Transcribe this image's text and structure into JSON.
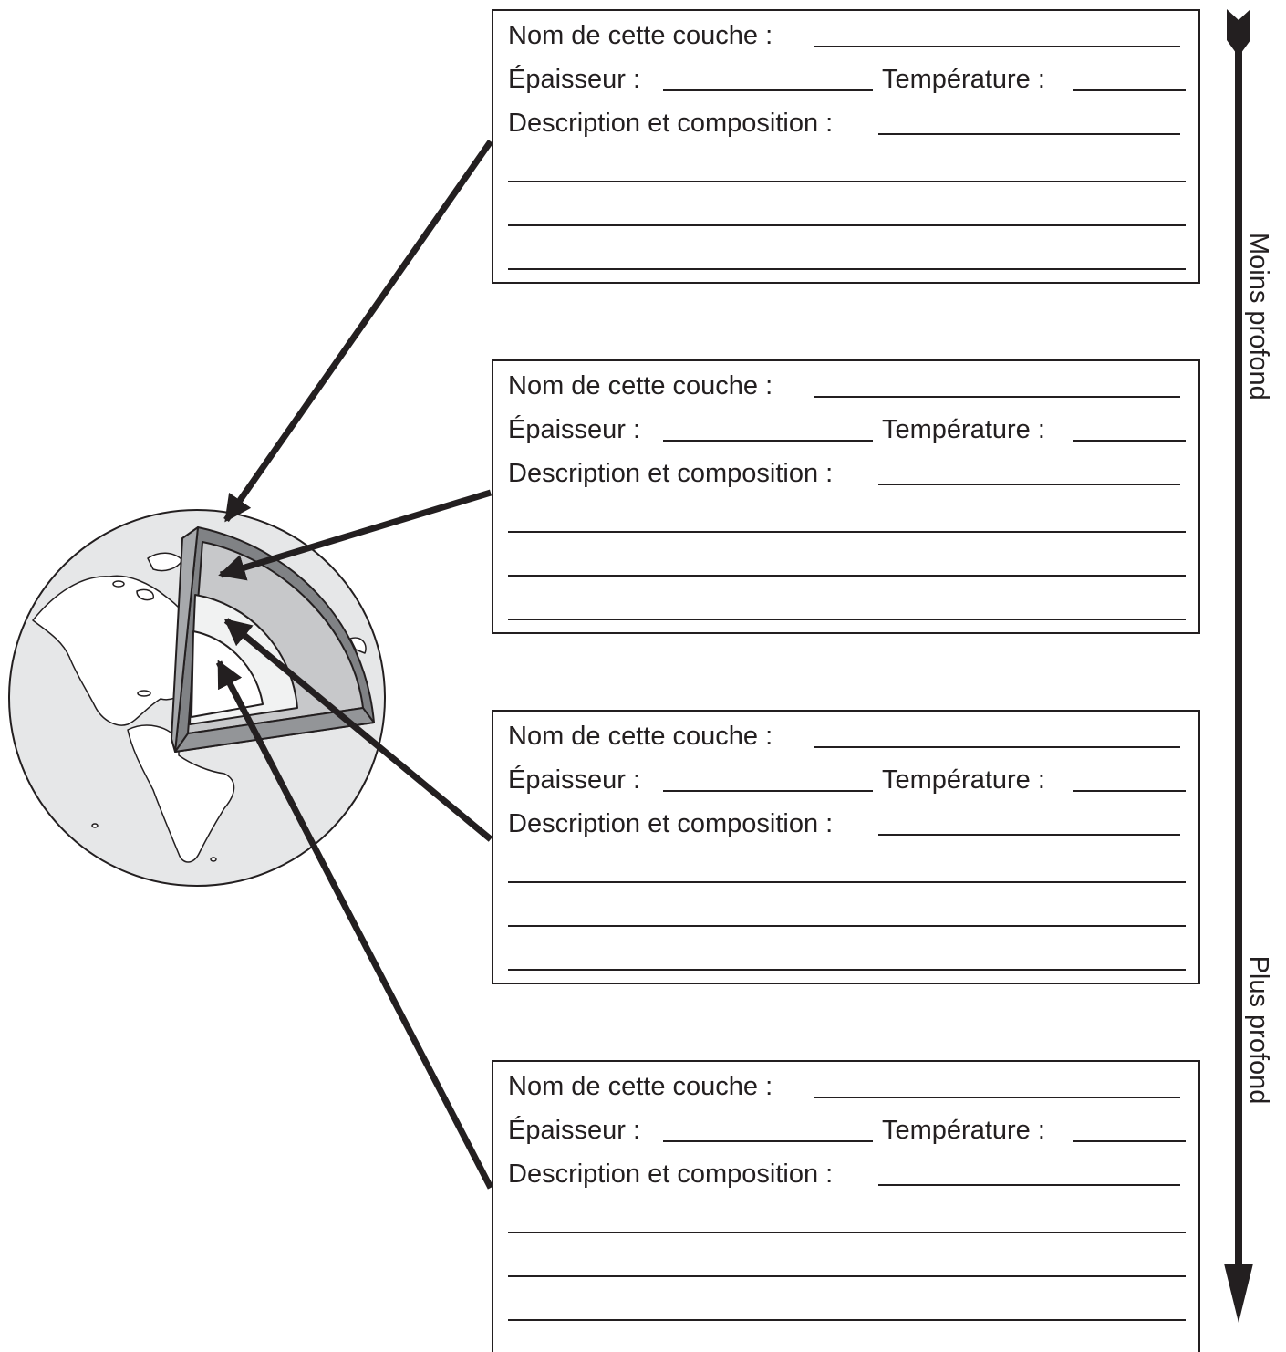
{
  "worksheet": {
    "cards": [
      {
        "name_label": "Nom de cette couche :",
        "thickness_label": "Épaisseur :",
        "temperature_label": "Température :",
        "description_label": "Description et composition :"
      },
      {
        "name_label": "Nom de cette couche :",
        "thickness_label": "Épaisseur :",
        "temperature_label": "Température :",
        "description_label": "Description et composition :"
      },
      {
        "name_label": "Nom de cette couche :",
        "thickness_label": "Épaisseur :",
        "temperature_label": "Température :",
        "description_label": "Description et composition :"
      },
      {
        "name_label": "Nom de cette couche :",
        "thickness_label": "Épaisseur :",
        "temperature_label": "Température :",
        "description_label": "Description et composition :"
      }
    ]
  },
  "depth_axis": {
    "shallow_label": "Moins profond",
    "deep_label": "Plus profond"
  },
  "colors": {
    "ink": "#231f20",
    "ocean": "#e6e7e8",
    "crust": "#808285",
    "mantle": "#c7c8ca",
    "outer_core": "#f1f2f2",
    "inner_core": "#ffffff"
  }
}
